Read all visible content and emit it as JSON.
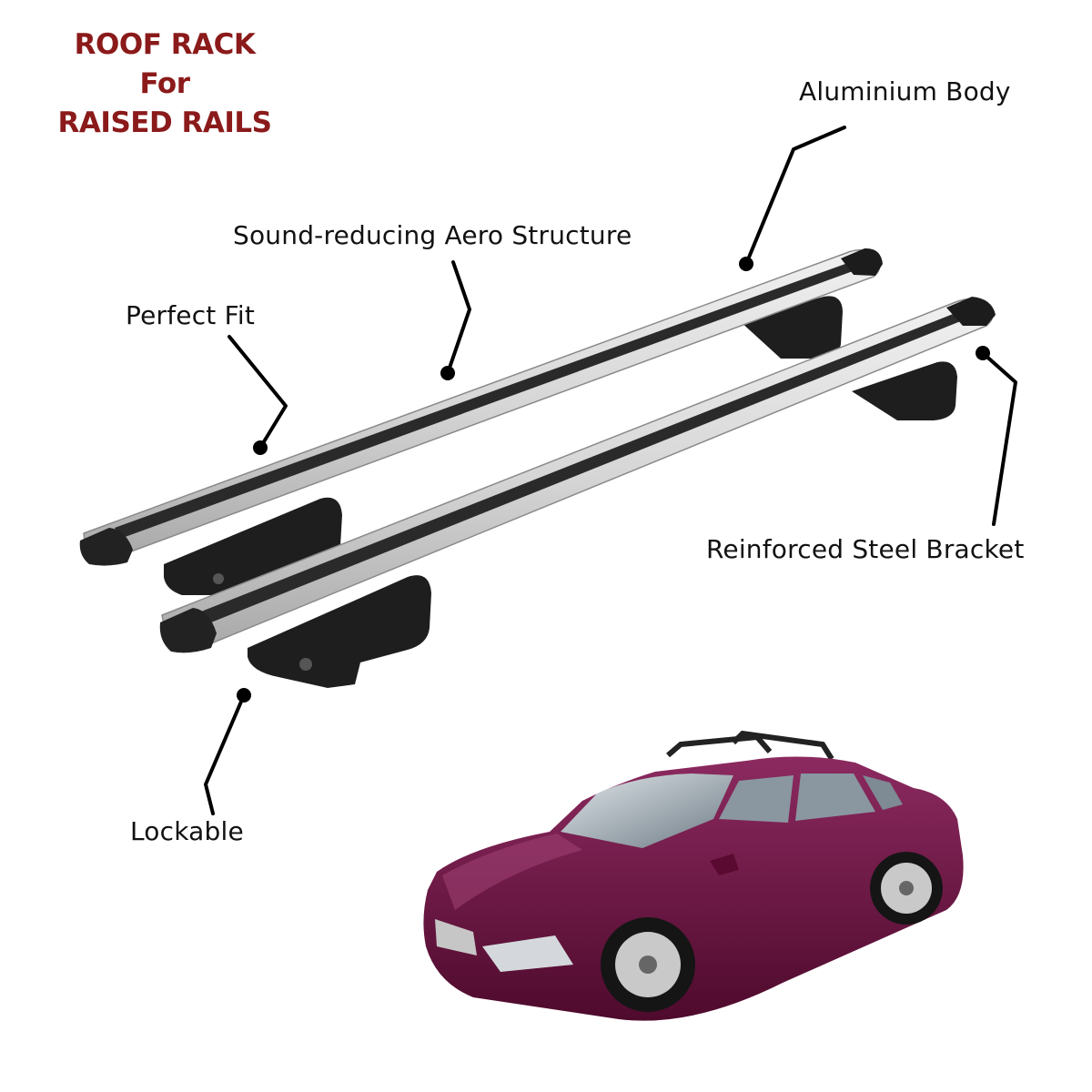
{
  "title": {
    "line1": "ROOF RACK",
    "line2": "For",
    "line3": "RAISED RAILS",
    "color": "#8b1a1a"
  },
  "callouts": {
    "aluminium_body": "Aluminium Body",
    "aero_structure": "Sound-reducing Aero Structure",
    "perfect_fit": "Perfect Fit",
    "steel_bracket": "Reinforced Steel Bracket",
    "lockable": "Lockable"
  },
  "colors": {
    "bar": "#d9d9d9",
    "bar_shade": "#b8b8b8",
    "rubber": "#2a2a2a",
    "foot": "#1e1e1e",
    "car": "#6b1040",
    "text": "#111111"
  }
}
